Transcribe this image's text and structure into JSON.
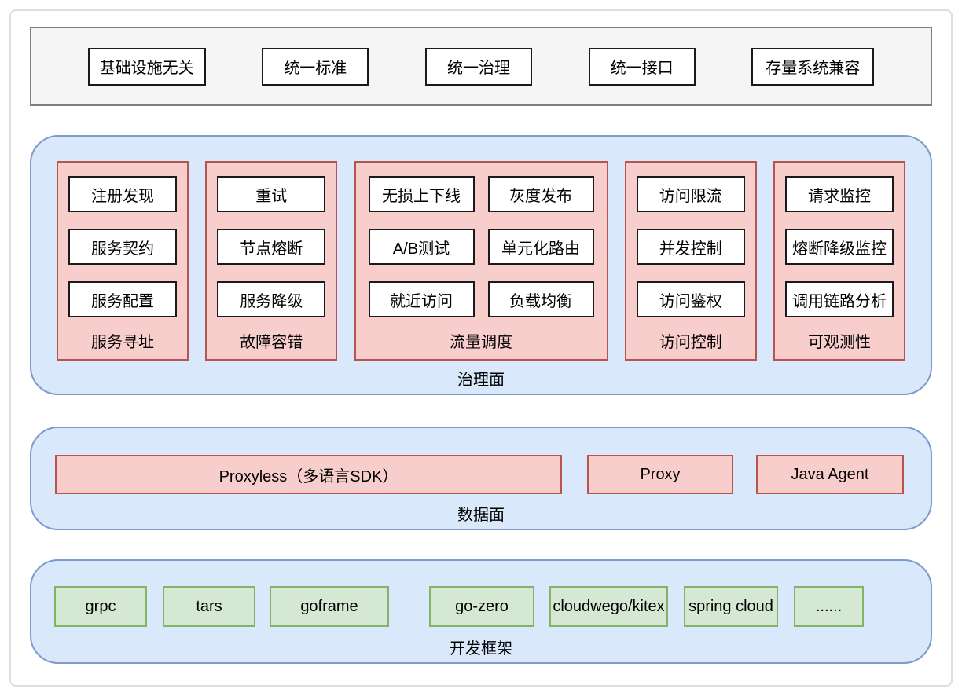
{
  "top_principles": {
    "items": [
      "基础设施无关",
      "统一标准",
      "统一治理",
      "统一接口",
      "存量系统兼容"
    ]
  },
  "governance_plane": {
    "label": "治理面",
    "columns": [
      {
        "label": "服务寻址",
        "items": [
          "注册发现",
          "服务契约",
          "服务配置"
        ]
      },
      {
        "label": "故障容错",
        "items": [
          "重试",
          "节点熔断",
          "服务降级"
        ]
      },
      {
        "label": "流量调度",
        "items": [
          "无损上下线",
          "灰度发布",
          "A/B测试",
          "单元化路由",
          "就近访问",
          "负载均衡"
        ]
      },
      {
        "label": "访问控制",
        "items": [
          "访问限流",
          "并发控制",
          "访问鉴权"
        ]
      },
      {
        "label": "可观测性",
        "items": [
          "请求监控",
          "熔断降级监控",
          "调用链路分析"
        ]
      }
    ]
  },
  "data_plane": {
    "label": "数据面",
    "boxes": [
      "Proxyless（多语言SDK）",
      "Proxy",
      "Java Agent"
    ]
  },
  "dev_frameworks": {
    "label": "开发框架",
    "boxes": [
      "grpc",
      "tars",
      "goframe",
      "go-zero",
      "cloudwego/kitex",
      "spring cloud",
      "......"
    ]
  },
  "colors": {
    "plane_fill": "#dae8fc",
    "plane_border": "#7d9bc9",
    "pink_fill": "#f8cecc",
    "pink_border": "#b85450",
    "green_fill": "#d5e8d4",
    "green_border": "#82b366",
    "gray_bar_fill": "#f5f5f5",
    "gray_bar_border": "#7f7f7f",
    "box_border": "#1a1a1a",
    "outer_frame_border": "#dedede"
  }
}
